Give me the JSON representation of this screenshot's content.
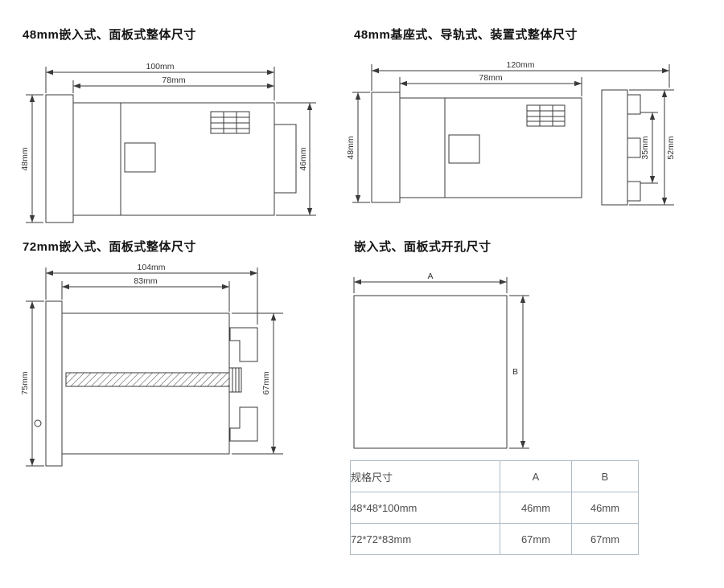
{
  "sections": {
    "panel48": {
      "title": "48mm嵌入式、面板式整体尺寸",
      "dim_depth_total": "100mm",
      "dim_depth_body": "78mm",
      "dim_height_front": "48mm",
      "dim_height_body": "46mm"
    },
    "base48": {
      "title": "48mm基座式、导轨式、装置式整体尺寸",
      "dim_depth_total": "120mm",
      "dim_depth_body": "78mm",
      "dim_height_front": "48mm",
      "dim_socket_inner": "35mm",
      "dim_socket_total": "52mm"
    },
    "panel72": {
      "title": "72mm嵌入式、面板式整体尺寸",
      "dim_depth_total": "104mm",
      "dim_depth_body": "83mm",
      "dim_height_front": "75mm",
      "dim_height_body": "67mm"
    },
    "cutout": {
      "title": "嵌入式、面板式开孔尺寸",
      "dim_width_label": "A",
      "dim_height_label": "B"
    }
  },
  "spec_table": {
    "headers": [
      "规格尺寸",
      "A",
      "B"
    ],
    "rows": [
      [
        "48*48*100mm",
        "46mm",
        "46mm"
      ],
      [
        "72*72*83mm",
        "67mm",
        "67mm"
      ]
    ]
  }
}
